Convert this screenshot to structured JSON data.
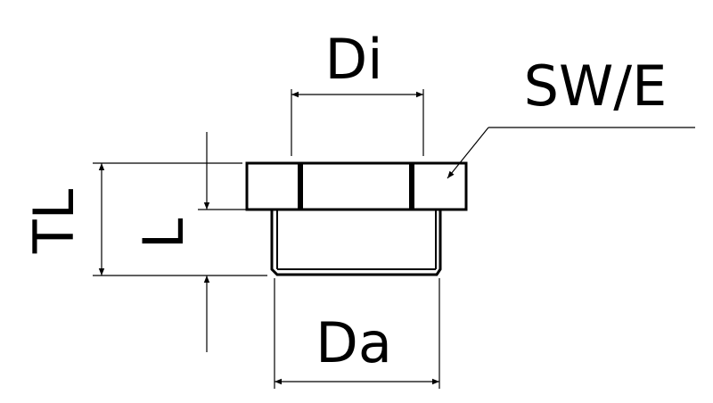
{
  "drawing": {
    "labels": {
      "inner_diameter": "Di",
      "wrench_size": "SW/E",
      "total_length": "TL",
      "length": "L",
      "outer_diameter": "Da"
    },
    "colors": {
      "line": "#000000",
      "background": "#ffffff"
    }
  }
}
